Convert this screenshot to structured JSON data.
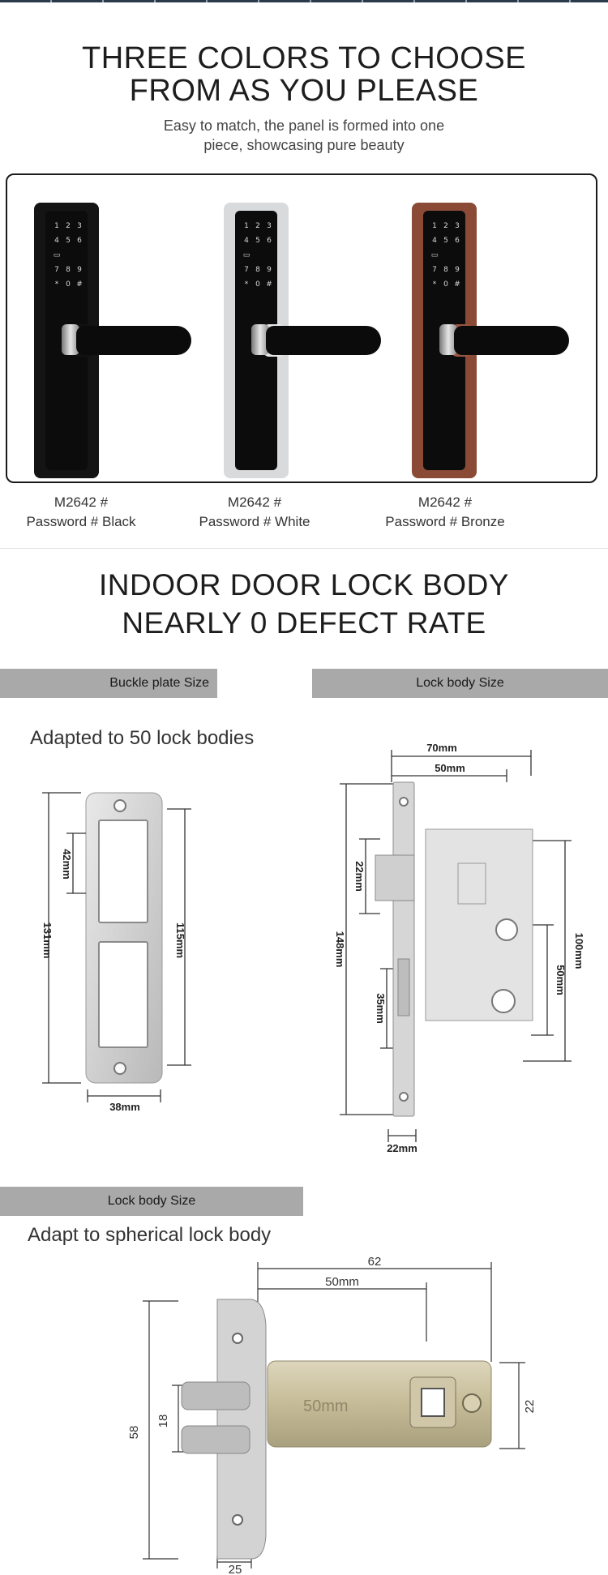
{
  "section1": {
    "title_line1": "THREE COLORS TO CHOOSE",
    "title_line2": "FROM AS YOU PLEASE",
    "subtitle_line1": "Easy to match, the panel is formed into one",
    "subtitle_line2": "piece, showcasing pure beauty",
    "keypad_keys": [
      "1",
      "2",
      "3",
      "4",
      "5",
      "6",
      "▭",
      "",
      "",
      "7",
      "8",
      "9",
      "*",
      "0",
      "#"
    ],
    "products": [
      {
        "model": "M2642 #",
        "label": "Password # Black",
        "plate_color": "#141414",
        "neck_color": "#111111"
      },
      {
        "model": "M2642 #",
        "label": "Password # White",
        "plate_color": "#d9dadb",
        "neck_color": "#e8e8e8"
      },
      {
        "model": "M2642 #",
        "label": "Password # Bronze",
        "plate_color": "#8a4a35",
        "neck_color": "#9a5540"
      }
    ]
  },
  "section2": {
    "title_line1": "INDOOR DOOR LOCK BODY",
    "title_line2": "NEARLY 0 DEFECT RATE",
    "bar_left": "Buckle plate Size",
    "bar_right": "Lock body Size",
    "note": "Adapted to 50 lock bodies",
    "buckle_dims": {
      "height_total": "131mm",
      "height_inner": "115mm",
      "slot": "42mm",
      "width": "38mm"
    },
    "lockbody_dims": {
      "depth": "70mm",
      "backset": "50mm",
      "height": "148mm",
      "latch": "22mm",
      "spacing": "35mm",
      "case": "100mm",
      "inner": "50mm",
      "faceplate_width": "22mm"
    }
  },
  "section3": {
    "bar_label": "Lock body Size",
    "note": "Adapt to spherical lock body",
    "dims": {
      "length": "62",
      "backset": "50mm",
      "plate_height": "58",
      "latch_height": "18",
      "body_height": "22",
      "plate_width": "25"
    },
    "engraving": "50mm"
  },
  "colors": {
    "bar_gray": "#a9a9a9",
    "frame": "#1a1a1a",
    "dimension_line": "#333333",
    "steel": "#cfcfcf",
    "brass": "#c9bf9e"
  }
}
